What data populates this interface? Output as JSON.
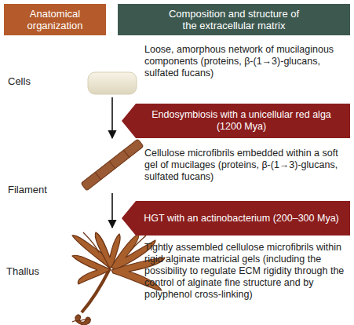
{
  "diagram": {
    "nodes": [
      {
        "text": [
          "Anatomical organization"
        ]
      },
      {
        "text": [
          "Composition and structure of the extracellular matrix"
        ]
      },
      {
        "text": [
          "Cells"
        ]
      },
      {
        "text": [
          "Endosymbiosis with a unicellular red alga (1200 Mya)"
        ]
      },
      {
        "text": [
          "Filament"
        ]
      },
      {
        "text": [
          "HGT with an actinobacterium (200–300 Mya)"
        ]
      },
      {
        "text": [
          "Thallus"
        ]
      }
    ],
    "edges": [
      {
        "from": 2,
        "to": 4,
        "arrow": "to"
      },
      {
        "from": 4,
        "to": 6,
        "arrow": "to"
      }
    ],
    "labels": [
      "Loose, amorphous network of mucilaginous components (proteins, β-(1→3)-glucans, sulfated fucans)",
      "Cellulose microfibrils embedded within a soft gel of mucilages (proteins, β-(1→3)-glucans, sulfated fucans)",
      "Tightly assembled cellulose microfibrils within rigid alginate matricial gels (including the possibility to regulate ECM rigidity through the control of alginate fine structure and by polyphenol cross-linking)"
    ]
  }
}
